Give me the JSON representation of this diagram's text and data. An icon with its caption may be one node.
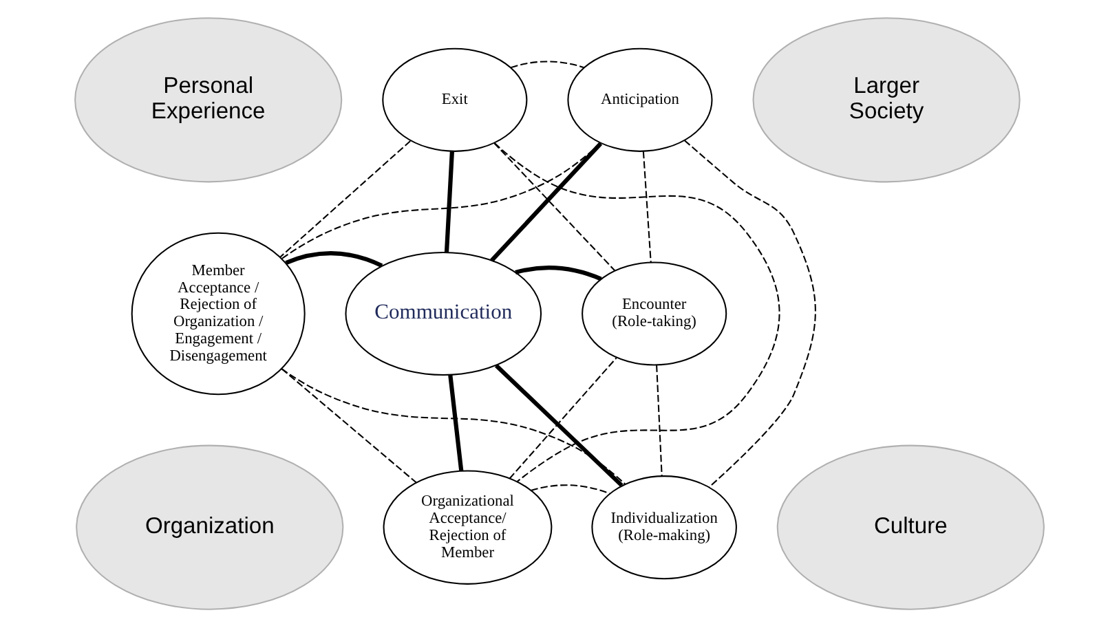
{
  "diagram": {
    "nodes": [
      {
        "text": [
          "Personal Experience"
        ]
      },
      {
        "text": [
          "Larger Society"
        ]
      },
      {
        "text": [
          "Organization"
        ]
      },
      {
        "text": [
          "Culture"
        ]
      },
      {
        "text": [
          "Exit"
        ]
      },
      {
        "text": [
          "Anticipation"
        ]
      },
      {
        "text": [
          "Member Acceptance / Rejection of Organization / Engagement / Disengagement"
        ]
      },
      {
        "text": [
          "Communication"
        ]
      },
      {
        "text": [
          "Encounter (Role-taking)"
        ]
      },
      {
        "text": [
          "Organizational Acceptance/ Rejection of Member"
        ]
      },
      {
        "text": [
          "Individualization (Role-making)"
        ]
      }
    ],
    "edges": [
      {
        "from": 4,
        "to": 5,
        "arrow": "none",
        "style": "dashed"
      },
      {
        "from": 4,
        "to": 6,
        "arrow": "none",
        "style": "dashed"
      },
      {
        "from": 4,
        "to": 9,
        "arrow": "none",
        "style": "dashed"
      },
      {
        "from": 4,
        "to": 8,
        "arrow": "none",
        "style": "dashed"
      },
      {
        "from": 5,
        "to": 6,
        "arrow": "none",
        "style": "dashed"
      },
      {
        "from": 5,
        "to": 10,
        "arrow": "none",
        "style": "dashed"
      },
      {
        "from": 5,
        "to": 8,
        "arrow": "none",
        "style": "dashed"
      },
      {
        "from": 6,
        "to": 10,
        "arrow": "none",
        "style": "dashed"
      },
      {
        "from": 6,
        "to": 9,
        "arrow": "none",
        "style": "dashed"
      },
      {
        "from": 9,
        "to": 8,
        "arrow": "none",
        "style": "dashed"
      },
      {
        "from": 8,
        "to": 10,
        "arrow": "none",
        "style": "dashed"
      },
      {
        "from": 9,
        "to": 10,
        "arrow": "none",
        "style": "dashed"
      },
      {
        "from": 7,
        "to": 4,
        "arrow": "none",
        "style": "thick"
      },
      {
        "from": 7,
        "to": 5,
        "arrow": "none",
        "style": "thick"
      },
      {
        "from": 7,
        "to": 6,
        "arrow": "none",
        "style": "thick"
      },
      {
        "from": 7,
        "to": 8,
        "arrow": "none",
        "style": "thick"
      },
      {
        "from": 7,
        "to": 9,
        "arrow": "none",
        "style": "thick"
      },
      {
        "from": 7,
        "to": 10,
        "arrow": "none",
        "style": "thick"
      }
    ]
  }
}
